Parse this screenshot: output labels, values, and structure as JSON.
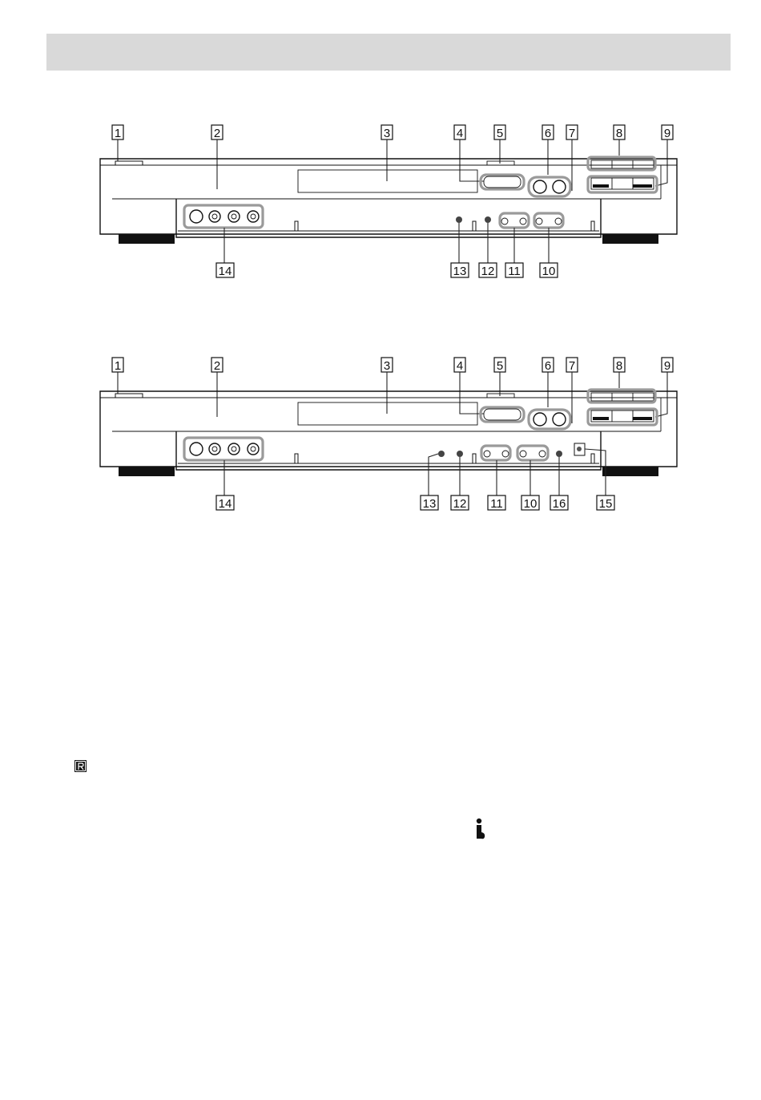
{
  "page": {
    "header_band_text": ""
  },
  "diagram_top": {
    "callouts_top": [
      "1",
      "2",
      "3",
      "4",
      "5",
      "6",
      "7",
      "8",
      "9"
    ],
    "callouts_bottom": [
      "14",
      "13",
      "12",
      "11",
      "10"
    ]
  },
  "diagram_bottom": {
    "callouts_top": [
      "1",
      "2",
      "3",
      "4",
      "5",
      "6",
      "7",
      "8",
      "9"
    ],
    "callouts_bottom": [
      "14",
      "13",
      "12",
      "11",
      "10",
      "16",
      "15"
    ]
  },
  "icons": {
    "remote_glyph": "remote-r-icon",
    "info_glyph": "information-icon"
  }
}
